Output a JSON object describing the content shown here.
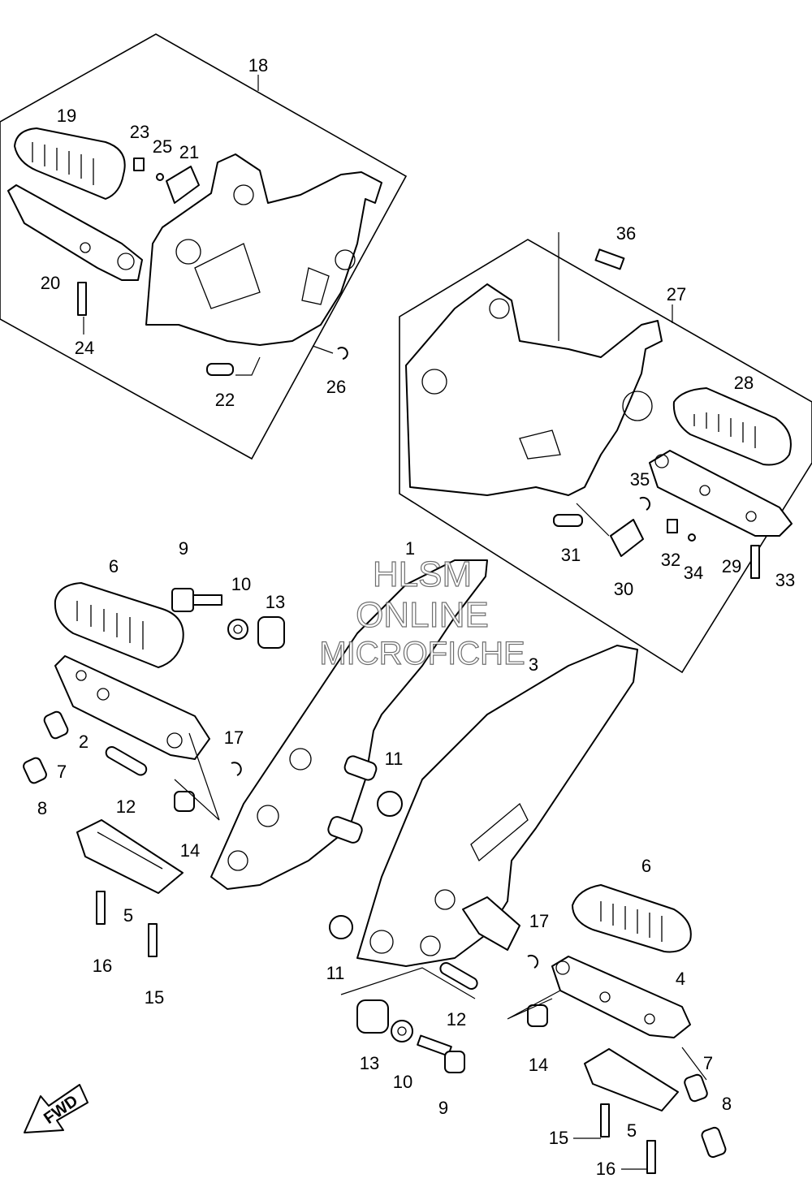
{
  "watermark": {
    "line1": "HLSM",
    "line2": "ONLINE",
    "line3": "MICROFICHE"
  },
  "fwd_label": "FWD",
  "callouts": {
    "n18": "18",
    "n19": "19",
    "n20": "20",
    "n21": "21",
    "n22": "22",
    "n23": "23",
    "n24": "24",
    "n25": "25",
    "n26": "26",
    "n27": "27",
    "n28": "28",
    "n29": "29",
    "n30": "30",
    "n31": "31",
    "n32": "32",
    "n33": "33",
    "n34": "34",
    "n35": "35",
    "n36": "36",
    "l6": "6",
    "l9": "9",
    "l10": "10",
    "l13": "13",
    "l2": "2",
    "l7": "7",
    "l8": "8",
    "l12": "12",
    "l17": "17",
    "l14": "14",
    "l5": "5",
    "l16": "16",
    "l15": "15",
    "l11": "11",
    "l1": "1",
    "r3": "3",
    "r6": "6",
    "r17": "17",
    "r11": "11",
    "r12": "12",
    "r13": "13",
    "r10": "10",
    "r9": "9",
    "r14": "14",
    "r4": "4",
    "r7": "7",
    "r8": "8",
    "r5": "5",
    "r15": "15",
    "r16": "16"
  }
}
